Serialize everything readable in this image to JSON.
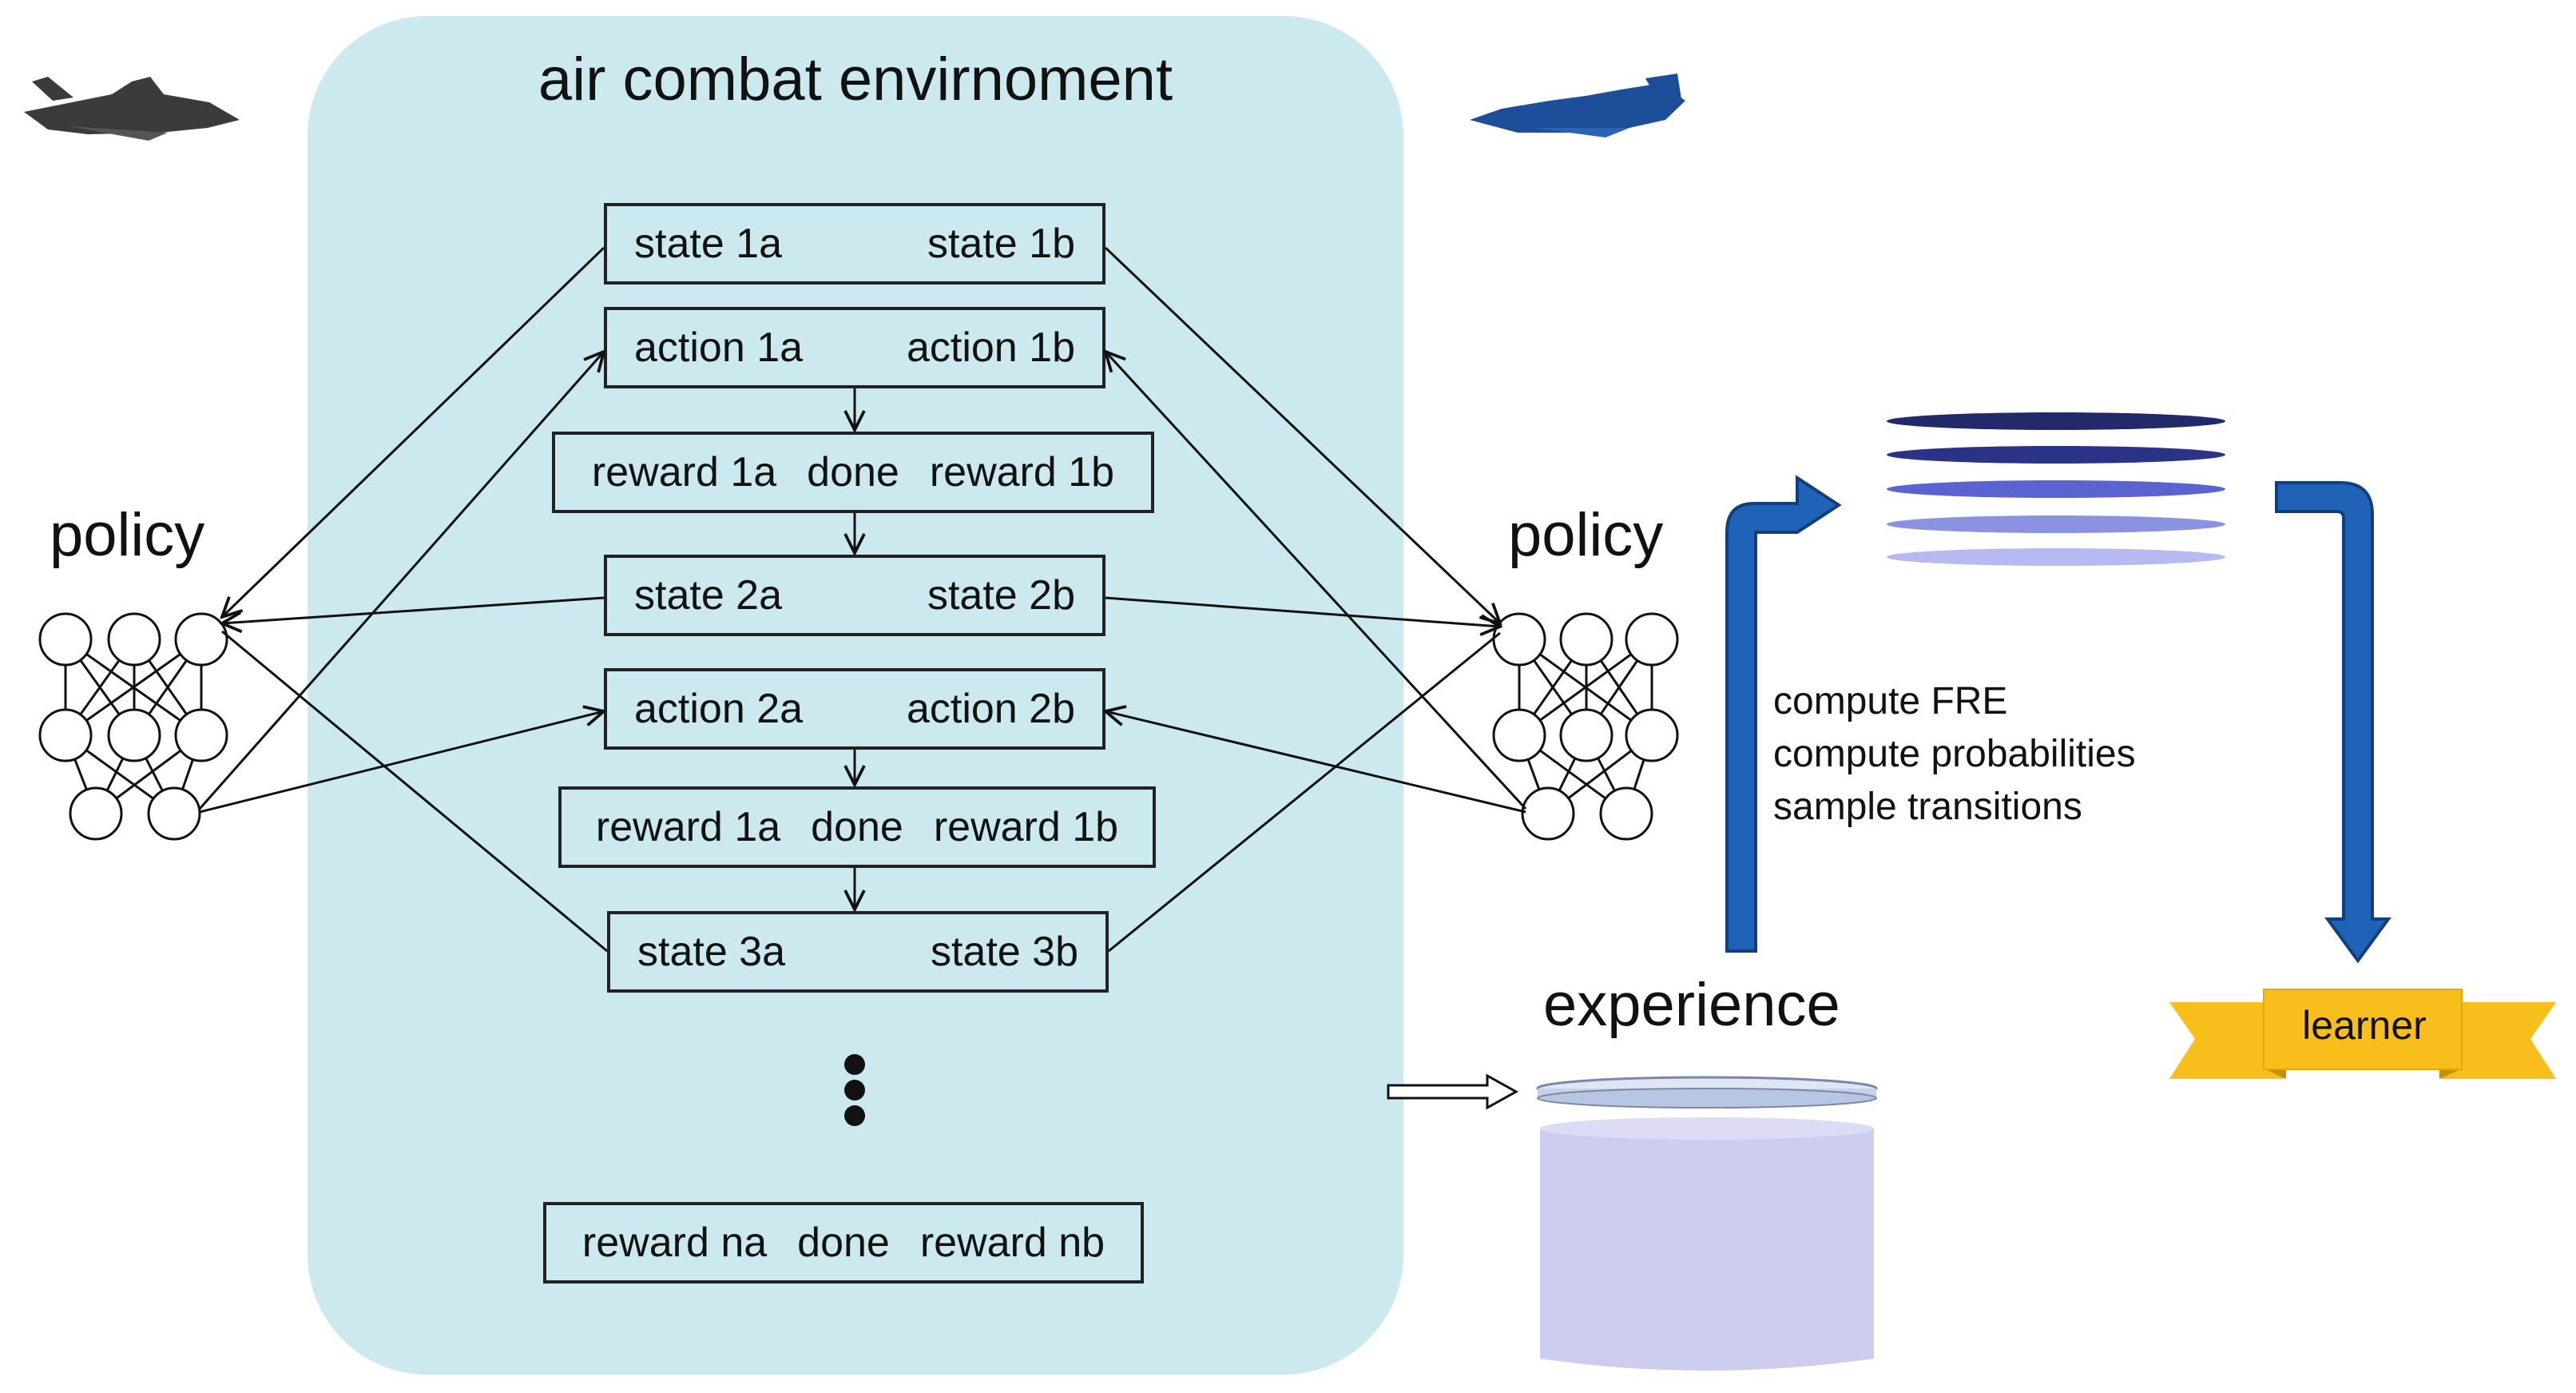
{
  "title": "air combat envirnoment",
  "rows": [
    {
      "kind": "pair",
      "left": "state 1a",
      "right": "state 1b"
    },
    {
      "kind": "pair",
      "left": "action 1a",
      "right": "action 1b"
    },
    {
      "kind": "triple",
      "left": "reward 1a",
      "mid": "done",
      "right": "reward 1b"
    },
    {
      "kind": "pair",
      "left": "state 2a",
      "right": "state 2b"
    },
    {
      "kind": "pair",
      "left": "action 2a",
      "right": "action 2b"
    },
    {
      "kind": "triple",
      "left": "reward 1a",
      "mid": "done",
      "right": "reward 1b"
    },
    {
      "kind": "pair",
      "left": "state 3a",
      "right": "state 3b"
    },
    {
      "kind": "triple",
      "left": "reward na",
      "mid": "done",
      "right": "reward nb"
    }
  ],
  "policy_left": "policy",
  "policy_right": "policy",
  "experience": "experience",
  "sampling_steps": [
    "compute FRE",
    "compute probabilities",
    "sample transitions"
  ],
  "learner": "learner",
  "icons": {
    "left_plane": "dark-fighter-jet-icon",
    "right_plane": "blue-fighter-jet-icon",
    "ellipsis": "vertical-ellipsis-icon",
    "buffer": "replay-buffer-cylinder-icon",
    "batch": "stacked-batch-icon",
    "learner_banner": "ribbon-banner-icon"
  },
  "colors": {
    "environment_bg": "#cbe9ee",
    "flow_arrow": "#1f62b8",
    "flow_arrow_outline": "#123f7a",
    "buffer": "#cdcdf0",
    "ribbon": "#f7be1c",
    "batch_layers": [
      "#232a6a",
      "#2b3387",
      "#5a63cf",
      "#8c92e2",
      "#b7b9f1"
    ]
  }
}
